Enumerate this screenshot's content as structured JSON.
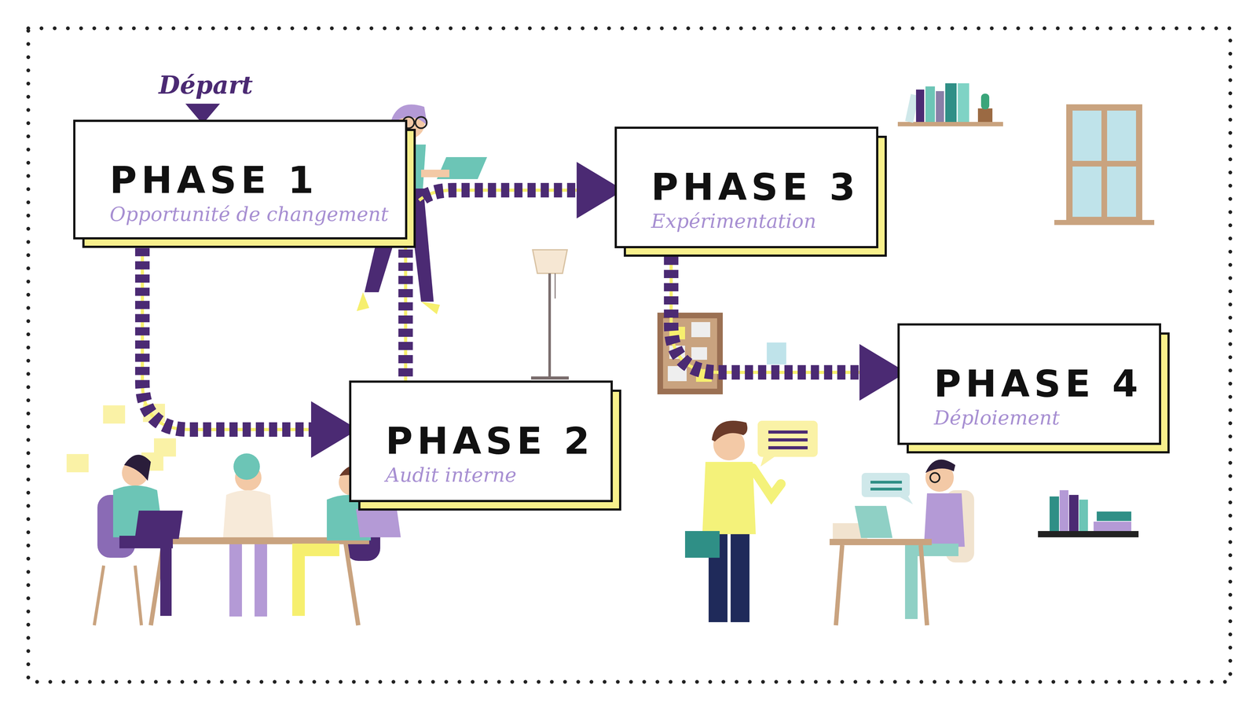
{
  "diagram": {
    "nodes": [
      {
        "text": [
          "PHASE 1",
          "Opportunité de changement"
        ]
      },
      {
        "text": [
          "PHASE 2",
          "Audit interne"
        ]
      },
      {
        "text": [
          "PHASE 3",
          "Expérimentation"
        ]
      },
      {
        "text": [
          "PHASE 4",
          "Déploiement"
        ]
      }
    ],
    "edges": [
      {
        "from": 0,
        "to": 1,
        "arrow": "to"
      },
      {
        "from": 1,
        "to": 2,
        "arrow": "to"
      },
      {
        "from": 2,
        "to": 3,
        "arrow": "to"
      }
    ],
    "labels": [
      "Départ"
    ]
  }
}
